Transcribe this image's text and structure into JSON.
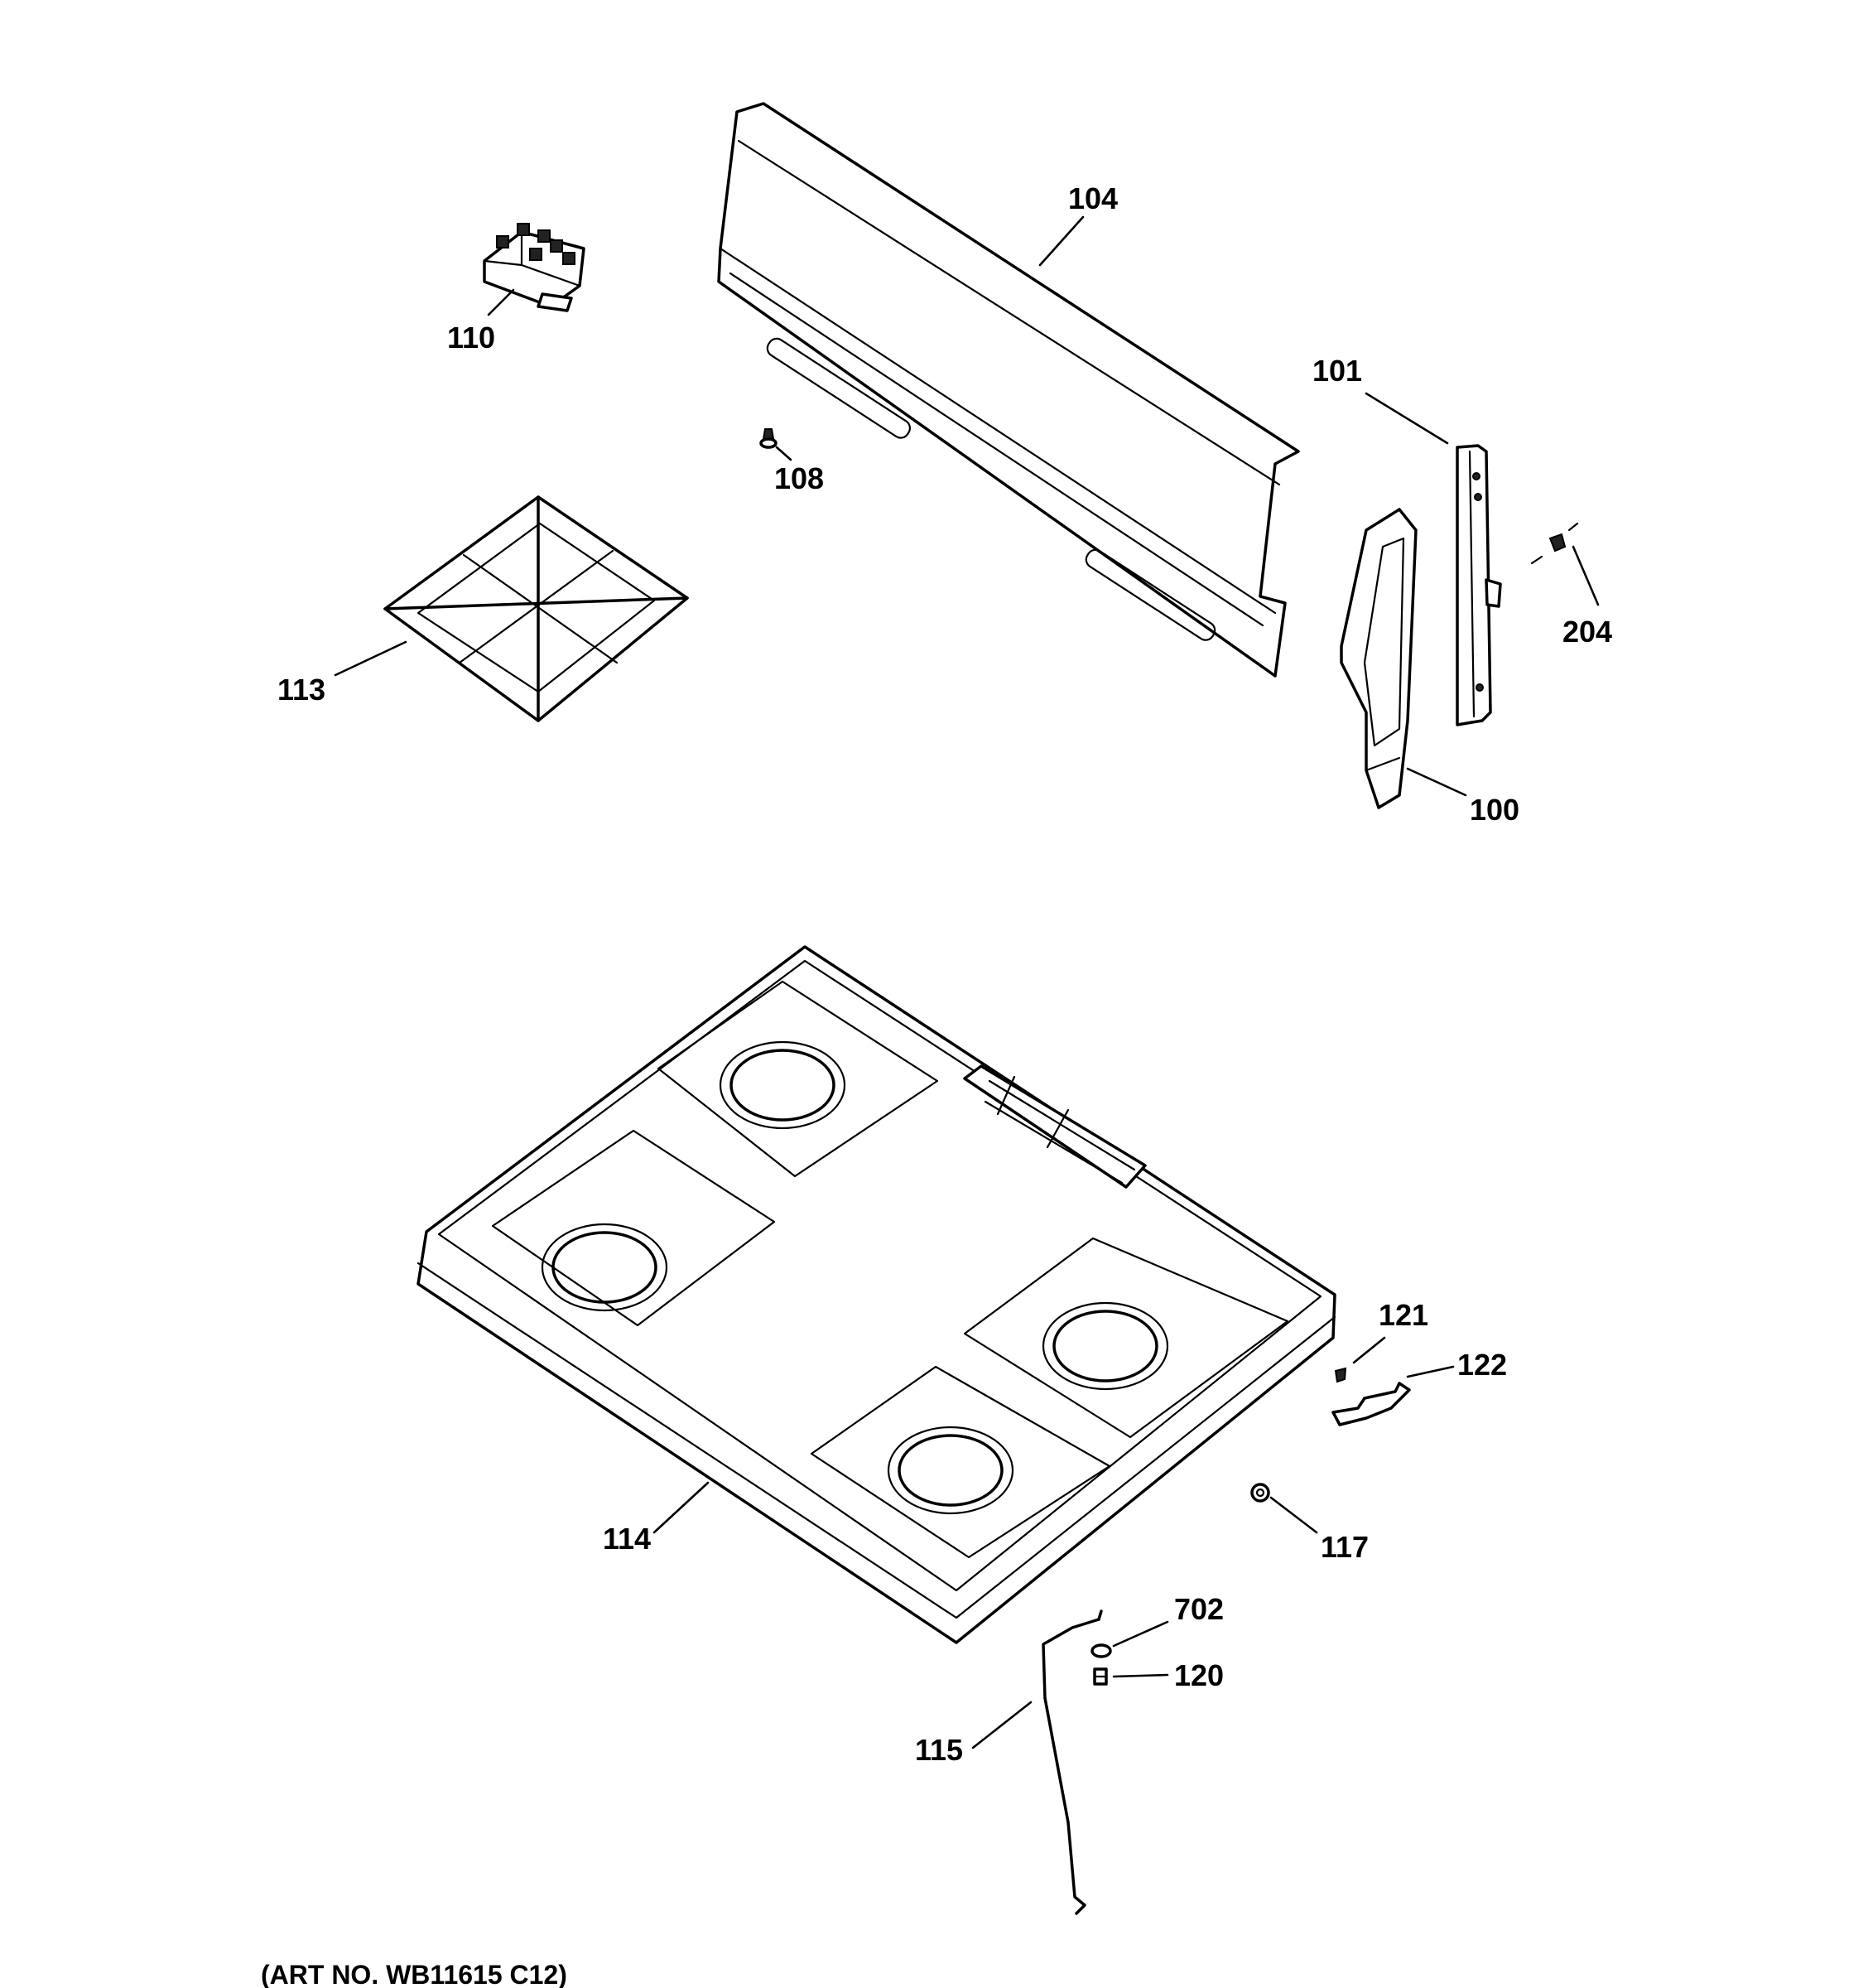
{
  "callouts": {
    "p100": "100",
    "p101": "101",
    "p104": "104",
    "p108": "108",
    "p110": "110",
    "p113": "113",
    "p114": "114",
    "p115": "115",
    "p117": "117",
    "p120": "120",
    "p121": "121",
    "p122": "122",
    "p204": "204",
    "p702": "702"
  },
  "footer": {
    "art_number": "(ART NO. WB11615 C12)"
  }
}
